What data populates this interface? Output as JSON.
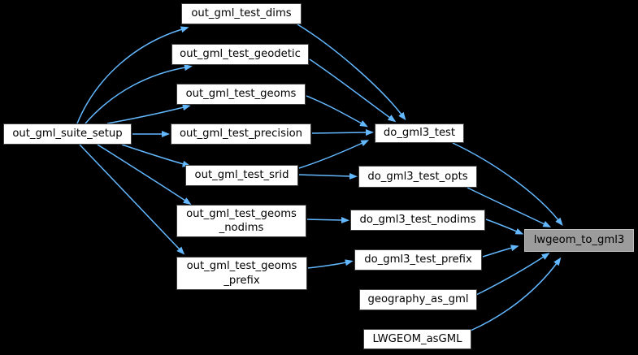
{
  "diagram": {
    "type": "call-graph",
    "background_color": "#000000",
    "edge_color": "#63b8ff",
    "node_fill": "#ffffff",
    "node_border": "#404040",
    "node_text_color": "#000000",
    "highlight_fill": "#9c9c9c",
    "highlight_border": "#bfbfbf",
    "nodes": {
      "out_gml_suite_setup": {
        "label": "out_gml_suite_setup"
      },
      "out_gml_test_dims": {
        "label": "out_gml_test_dims"
      },
      "out_gml_test_geodetic": {
        "label": "out_gml_test_geodetic"
      },
      "out_gml_test_geoms": {
        "label": "out_gml_test_geoms"
      },
      "out_gml_test_precision": {
        "label": "out_gml_test_precision"
      },
      "out_gml_test_srid": {
        "label": "out_gml_test_srid"
      },
      "out_gml_test_geoms_nodims": {
        "label": "out_gml_test_geoms\n_nodims"
      },
      "out_gml_test_geoms_prefix": {
        "label": "out_gml_test_geoms\n_prefix"
      },
      "do_gml3_test": {
        "label": "do_gml3_test"
      },
      "do_gml3_test_opts": {
        "label": "do_gml3_test_opts"
      },
      "do_gml3_test_nodims": {
        "label": "do_gml3_test_nodims"
      },
      "do_gml3_test_prefix": {
        "label": "do_gml3_test_prefix"
      },
      "geography_as_gml": {
        "label": "geography_as_gml"
      },
      "LWGEOM_asGML": {
        "label": "LWGEOM_asGML"
      },
      "lwgeom_to_gml3": {
        "label": "lwgeom_to_gml3",
        "highlighted": true
      }
    },
    "edges": [
      {
        "from": "out_gml_suite_setup",
        "to": "out_gml_test_dims"
      },
      {
        "from": "out_gml_suite_setup",
        "to": "out_gml_test_geodetic"
      },
      {
        "from": "out_gml_suite_setup",
        "to": "out_gml_test_geoms"
      },
      {
        "from": "out_gml_suite_setup",
        "to": "out_gml_test_precision"
      },
      {
        "from": "out_gml_suite_setup",
        "to": "out_gml_test_srid"
      },
      {
        "from": "out_gml_suite_setup",
        "to": "out_gml_test_geoms_nodims"
      },
      {
        "from": "out_gml_suite_setup",
        "to": "out_gml_test_geoms_prefix"
      },
      {
        "from": "out_gml_test_dims",
        "to": "do_gml3_test"
      },
      {
        "from": "out_gml_test_geodetic",
        "to": "do_gml3_test"
      },
      {
        "from": "out_gml_test_geoms",
        "to": "do_gml3_test"
      },
      {
        "from": "out_gml_test_precision",
        "to": "do_gml3_test"
      },
      {
        "from": "out_gml_test_srid",
        "to": "do_gml3_test"
      },
      {
        "from": "out_gml_test_srid",
        "to": "do_gml3_test_opts"
      },
      {
        "from": "out_gml_test_geoms_nodims",
        "to": "do_gml3_test_nodims"
      },
      {
        "from": "out_gml_test_geoms_prefix",
        "to": "do_gml3_test_prefix"
      },
      {
        "from": "do_gml3_test",
        "to": "lwgeom_to_gml3"
      },
      {
        "from": "do_gml3_test_opts",
        "to": "lwgeom_to_gml3"
      },
      {
        "from": "do_gml3_test_nodims",
        "to": "lwgeom_to_gml3"
      },
      {
        "from": "do_gml3_test_prefix",
        "to": "lwgeom_to_gml3"
      },
      {
        "from": "geography_as_gml",
        "to": "lwgeom_to_gml3"
      },
      {
        "from": "LWGEOM_asGML",
        "to": "lwgeom_to_gml3"
      }
    ]
  }
}
